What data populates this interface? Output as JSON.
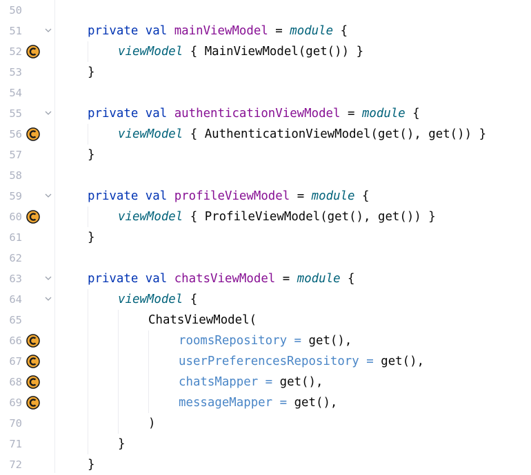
{
  "editor": {
    "gutter": {
      "run_icon": "kotlin-injection-gutter-icon",
      "fold_icon": "chevron-down-icon"
    },
    "colors": {
      "keyword": "#0033b3",
      "property": "#871094",
      "function_italic": "#00627a",
      "named_argument": "#4a86c7",
      "plain": "#080808",
      "line_number": "#aeb3c2",
      "gutter_icon_fill": "#f0a732"
    },
    "lines": [
      {
        "number": "50"
      },
      {
        "number": "51",
        "kw1": "private",
        "kw2": "val",
        "name": "mainViewModel",
        "eq": "=",
        "fn": "module",
        "brace": "{"
      },
      {
        "number": "52",
        "fn": "viewModel",
        "open": "{",
        "call": "MainViewModel(get())",
        "close": "}"
      },
      {
        "number": "53",
        "brace": "}"
      },
      {
        "number": "54"
      },
      {
        "number": "55",
        "kw1": "private",
        "kw2": "val",
        "name": "authenticationViewModel",
        "eq": "=",
        "fn": "module",
        "brace": "{"
      },
      {
        "number": "56",
        "fn": "viewModel",
        "open": "{",
        "call": "AuthenticationViewModel(get(), get())",
        "close": "}"
      },
      {
        "number": "57",
        "brace": "}"
      },
      {
        "number": "58"
      },
      {
        "number": "59",
        "kw1": "private",
        "kw2": "val",
        "name": "profileViewModel",
        "eq": "=",
        "fn": "module",
        "brace": "{"
      },
      {
        "number": "60",
        "fn": "viewModel",
        "open": "{",
        "call": "ProfileViewModel(get(), get())",
        "close": "}"
      },
      {
        "number": "61",
        "brace": "}"
      },
      {
        "number": "62"
      },
      {
        "number": "63",
        "kw1": "private",
        "kw2": "val",
        "name": "chatsViewModel",
        "eq": "=",
        "fn": "module",
        "brace": "{"
      },
      {
        "number": "64",
        "fn": "viewModel",
        "brace": "{"
      },
      {
        "number": "65",
        "text": "ChatsViewModel("
      },
      {
        "number": "66",
        "arg": "roomsRepository",
        "eq": "=",
        "value": "get(),"
      },
      {
        "number": "67",
        "arg": "userPreferencesRepository",
        "eq": "=",
        "value": "get(),"
      },
      {
        "number": "68",
        "arg": "chatsMapper",
        "eq": "=",
        "value": "get(),"
      },
      {
        "number": "69",
        "arg": "messageMapper",
        "eq": "=",
        "value": "get(),"
      },
      {
        "number": "70",
        "text": ")"
      },
      {
        "number": "71",
        "brace": "}"
      },
      {
        "number": "72",
        "brace": "}"
      }
    ]
  }
}
